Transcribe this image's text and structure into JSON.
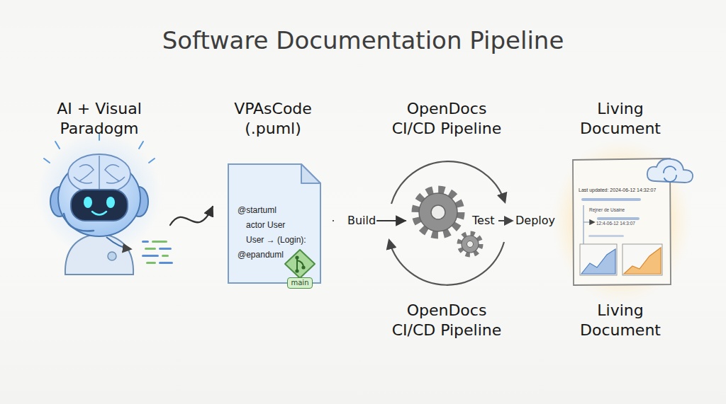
{
  "diagram": {
    "title": "Software Documentation Pipeline",
    "nodes": [
      {
        "text": [
          "AI + Visual Paradogm"
        ]
      },
      {
        "text": [
          "VPAsCode (.puml)",
          "@startuml",
          "actor User",
          "User → (Login):",
          "@epanduml"
        ]
      },
      {
        "text": [
          "main"
        ],
        "in": 1
      },
      {
        "text": [
          "OpenDocs CI/CD Pipeline",
          "OpenDocs CI/CD Pipeline"
        ]
      },
      {
        "text": [
          "Living Document",
          "Living Document",
          "Last updated: 2024-06-12 14:32:07",
          "Rejner de Usaine",
          "12:4-06-12 14:3:07"
        ]
      }
    ],
    "edges": [
      {
        "from": 0,
        "to": 1,
        "arrow": "to"
      },
      {
        "from": 1,
        "to": 3,
        "label": "Build",
        "arrow": "to"
      }
    ],
    "labels": [
      "Test",
      "Deploy"
    ]
  }
}
